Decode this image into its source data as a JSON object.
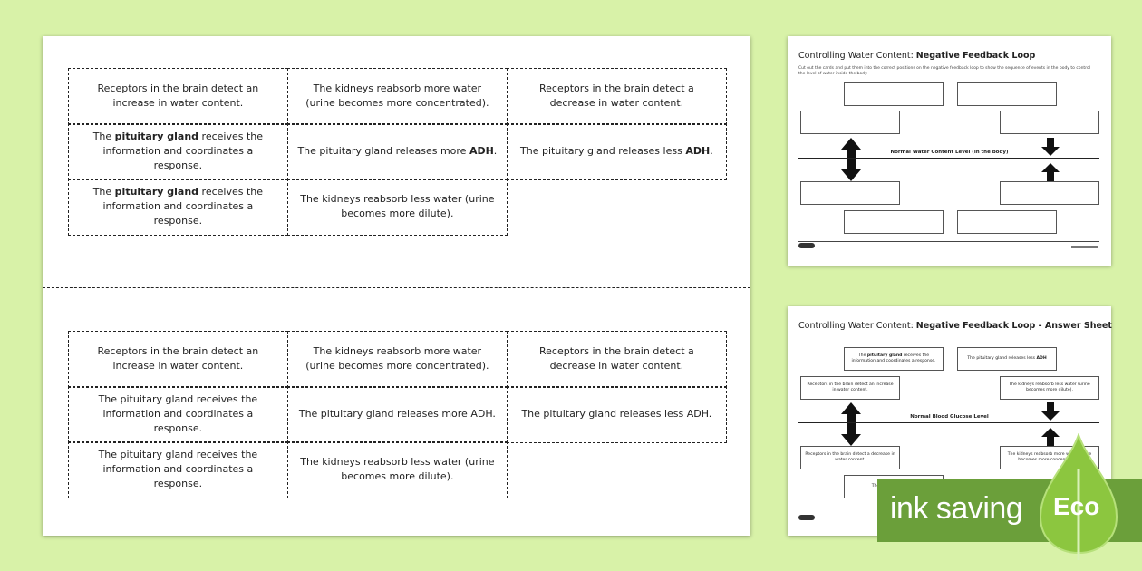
{
  "cut_sheet": {
    "grid_a": [
      [
        {
          "pre": "Receptors in the brain detect an increase in water content.",
          "bold": "",
          "post": ""
        },
        {
          "pre": "The kidneys reabsorb more water (urine becomes more concentrated).",
          "bold": "",
          "post": ""
        },
        {
          "pre": "Receptors in the brain detect a decrease in water content.",
          "bold": "",
          "post": ""
        }
      ],
      [
        {
          "pre": "The ",
          "bold": "pituitary gland",
          "post": " receives the information and coordinates a response."
        },
        {
          "pre": "The pituitary gland releases more ",
          "bold": "ADH",
          "post": "."
        },
        {
          "pre": "The pituitary gland releases less ",
          "bold": "ADH",
          "post": "."
        }
      ],
      [
        {
          "pre": "The ",
          "bold": "pituitary gland",
          "post": " receives the information and coordinates a response."
        },
        {
          "pre": "The kidneys reabsorb less water (urine becomes more dilute).",
          "bold": "",
          "post": ""
        }
      ]
    ],
    "grid_b": [
      [
        "Receptors in the brain detect an increase in water content.",
        "The kidneys reabsorb more water (urine becomes more concentrated).",
        "Receptors in the brain detect a decrease in water content."
      ],
      [
        "The pituitary gland receives the information and coordinates a response.",
        "The pituitary gland releases more ADH.",
        "The pituitary gland releases less ADH."
      ],
      [
        "The pituitary gland receives the information and coordinates a response.",
        "The kidneys reabsorb less water (urine becomes more dilute)."
      ]
    ]
  },
  "thumb1": {
    "title_plain": "Controlling Water Content: ",
    "title_bold": "Negative Feedback Loop",
    "instructions": "Cut out the cards and put them into the correct positions on the negative feedback loop to show the sequence of events in the body to control the level of water inside the body.",
    "line_label": "Normal Water Content Level (in the body)"
  },
  "thumb2": {
    "title_plain": "Controlling Water Content: ",
    "title_bold": "Negative Feedback Loop - Answer Sheet",
    "line_label": "Normal Blood Glucose Level",
    "box_top_left_pre": "The ",
    "box_top_left_bold": "pituitary gland",
    "box_top_left_post": " receives the information and coordinates a response.",
    "box_top_right_pre": "The pituitary gland releases less ",
    "box_top_right_bold": "ADH",
    "box_mid_left": "Receptors in the brain detect an increase in water content.",
    "box_mid_right": "The kidneys reabsorb less water (urine becomes more dilute).",
    "box_low_left": "Receptors in the brain detect a decrease in water content.",
    "box_low_right": "The kidneys reabsorb more water (urine becomes more concentrated).",
    "box_bottom_left_pre": "The ",
    "box_bottom_left_bold": "pituitary gland"
  },
  "eco": {
    "text": "ink saving",
    "label": "Eco",
    "color": "#6b9f3a"
  }
}
